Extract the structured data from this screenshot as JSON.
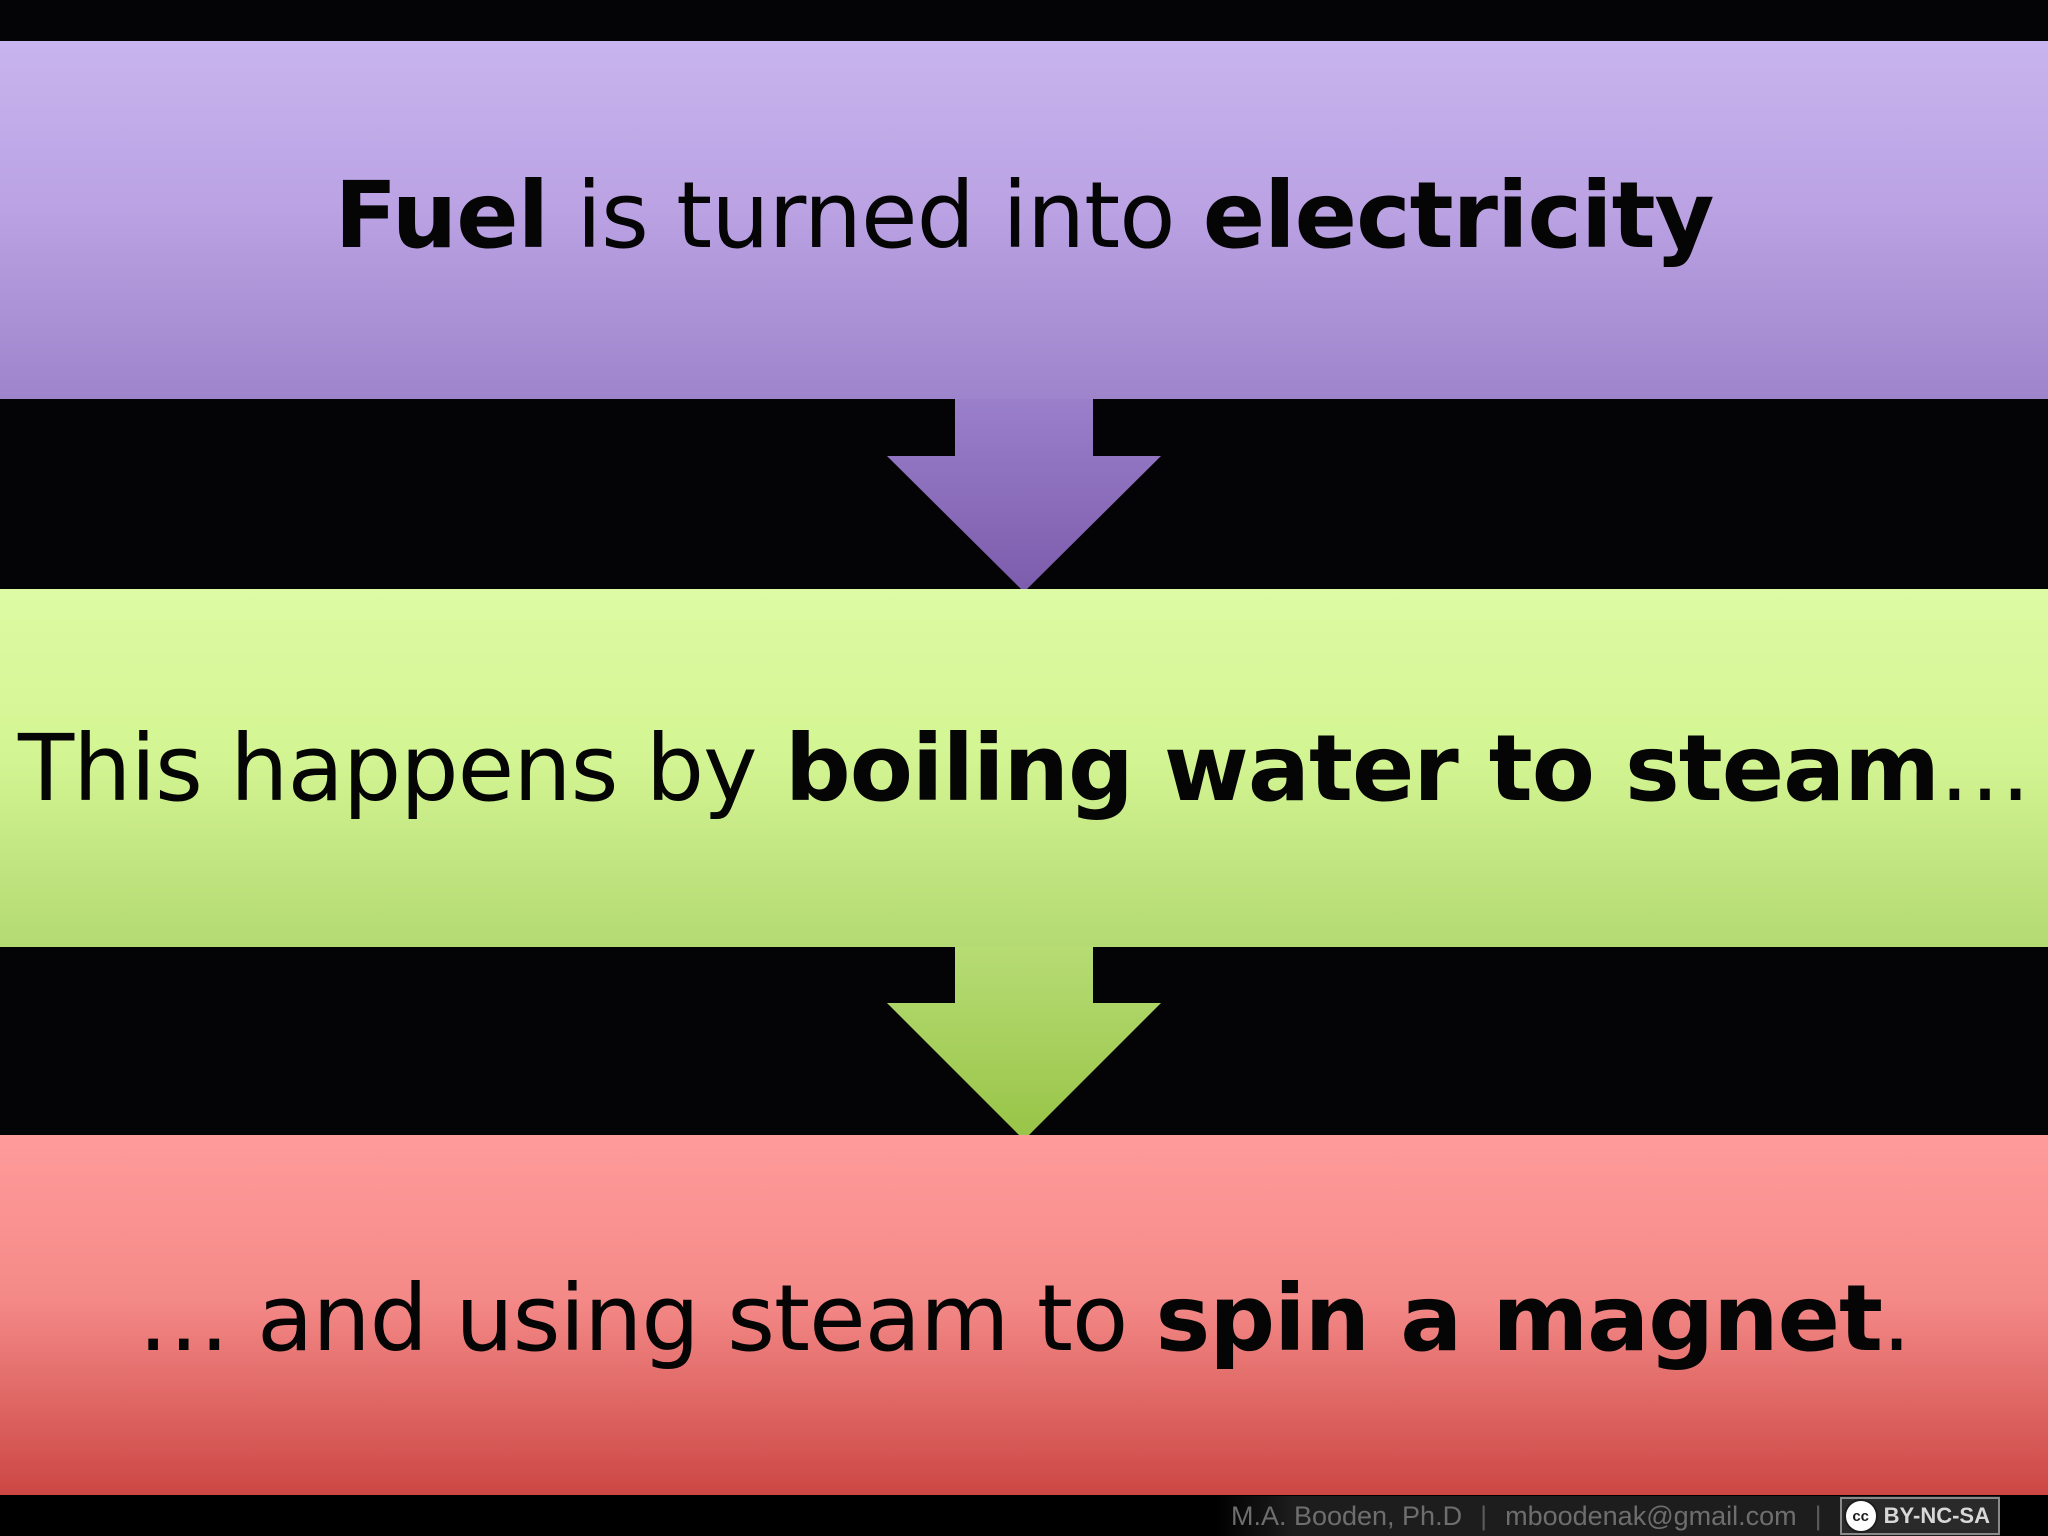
{
  "slide": {
    "steps": [
      {
        "parts": [
          {
            "text": "Fuel",
            "bold": true
          },
          {
            "text": " is turned into ",
            "bold": false
          },
          {
            "text": "electricity",
            "bold": true
          }
        ]
      },
      {
        "parts": [
          {
            "text": "This happens by ",
            "bold": false
          },
          {
            "text": "boiling water to steam",
            "bold": true
          },
          {
            "text": "…",
            "bold": false
          }
        ]
      },
      {
        "parts": [
          {
            "text": "… and using steam to ",
            "bold": false
          },
          {
            "text": "spin a magnet",
            "bold": true
          },
          {
            "text": ".",
            "bold": false
          }
        ]
      }
    ],
    "colors": {
      "step1": "#bba3e4",
      "arrow1": "#8a6cbd",
      "step2": "#d4f593",
      "arrow2": "#a2cc52",
      "step3": "#f48a88",
      "background": "#000000"
    }
  },
  "footer": {
    "author": "M.A. Booden, Ph.D",
    "separator": "|",
    "email": "mboodenak@gmail.com",
    "license_icon": "cc",
    "license": "BY-NC-SA"
  }
}
